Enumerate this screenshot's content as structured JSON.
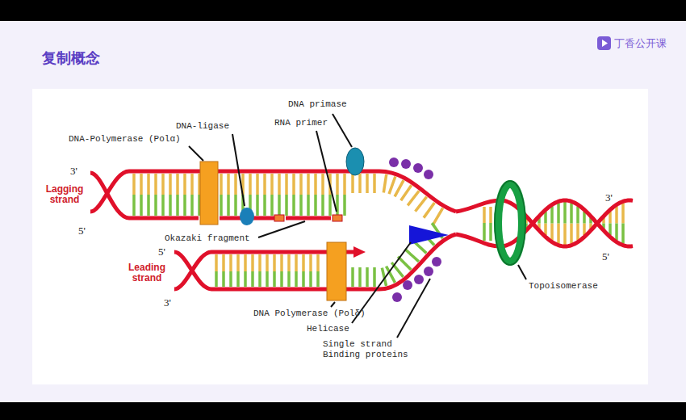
{
  "diagram": {
    "title": "复制概念",
    "labels": [
      "丁香公开课",
      "DNA primase",
      "DNA-ligase",
      "RNA primer",
      "DNA-Polymerase (Polα)",
      "3'",
      "Lagging strand",
      "5'",
      "3'",
      "Okazaki fragment",
      "5'",
      "Leading strand",
      "Topoisomerase",
      "3'",
      "5'",
      "DNA Polymerase (Polδ)",
      "Helicase",
      "Single strand Binding proteins"
    ]
  }
}
